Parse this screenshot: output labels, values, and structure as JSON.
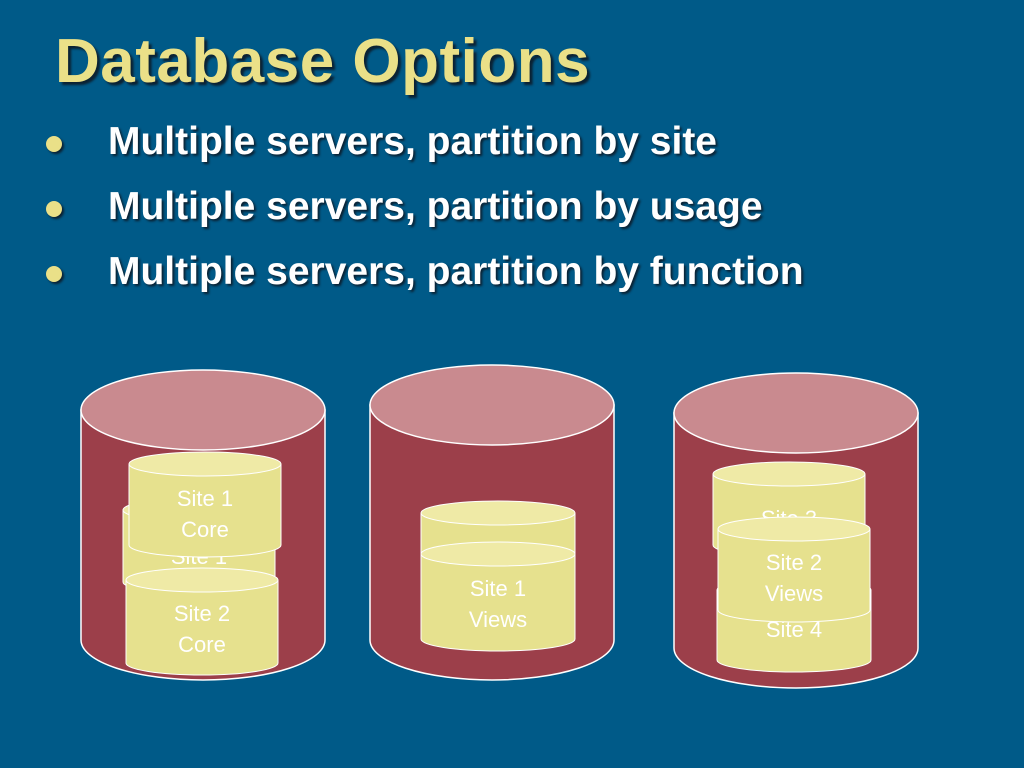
{
  "title": "Database Options",
  "bullets": [
    "Multiple servers, partition by site",
    "Multiple servers, partition by usage",
    "Multiple servers, partition by function"
  ],
  "colors": {
    "background": "#005a88",
    "title": "#eae088",
    "server_body": "#9c3f4a",
    "server_top": "#c98a8f",
    "db_body": "#e6e18e",
    "db_top": "#efeaa6"
  },
  "servers": [
    {
      "databases": [
        {
          "line1": "Site 1",
          "line2": ""
        },
        {
          "line1": "Site 1",
          "line2": "Core"
        },
        {
          "line1": "Site 2",
          "line2": "Core"
        }
      ]
    },
    {
      "databases": [
        {
          "line1": "",
          "line2": ""
        },
        {
          "line1": "Site 1",
          "line2": "Views"
        }
      ]
    },
    {
      "databases": [
        {
          "line1": "Site 3",
          "line2": ""
        },
        {
          "line1": "Site 4",
          "line2": ""
        },
        {
          "line1": "Site 2",
          "line2": "Views"
        }
      ]
    }
  ]
}
